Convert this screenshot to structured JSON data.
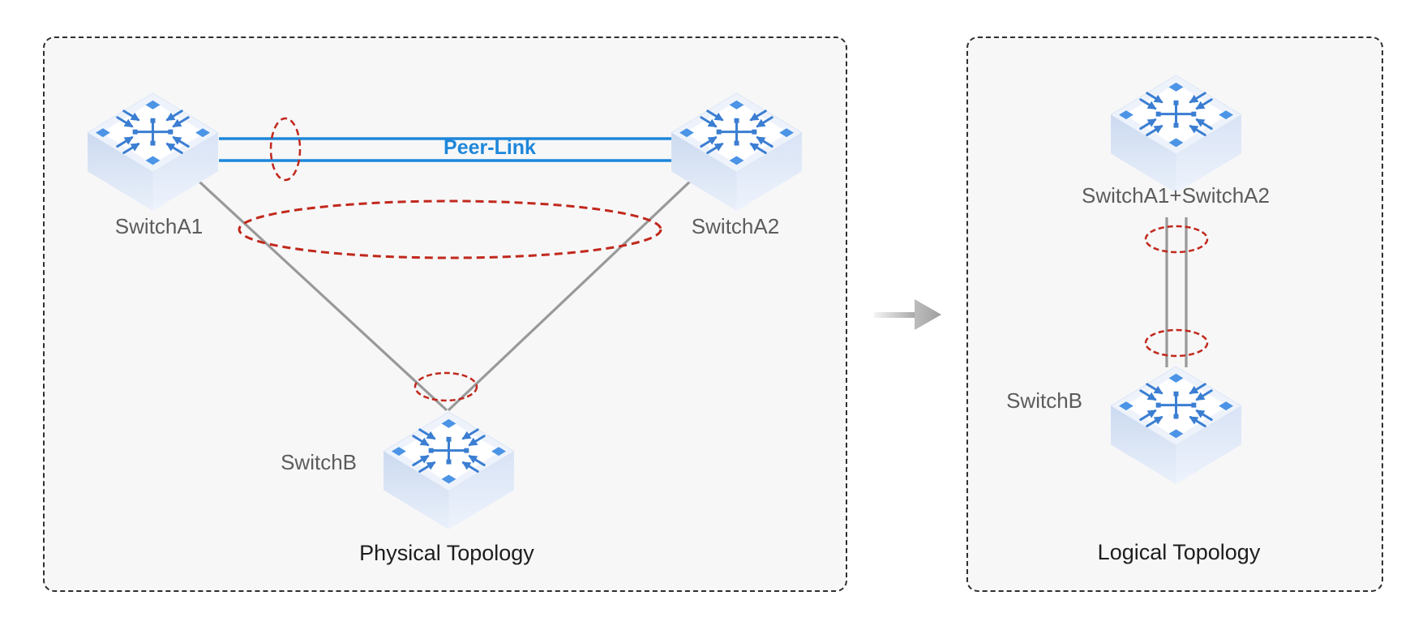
{
  "physical_panel": {
    "title": "Physical Topology",
    "peer_link_label": "Peer-Link",
    "switch_a1_label": "SwitchA1",
    "switch_a2_label": "SwitchA2",
    "switch_b_label": "SwitchB"
  },
  "logical_panel": {
    "title": "Logical Topology",
    "combined_switch_label": "SwitchA1+SwitchA2",
    "switch_b_label": "SwitchB"
  },
  "colors": {
    "peer_link_blue": "#1e87da",
    "aggregation_ellipse_red": "#c1281c",
    "physical_link_gray": "#999999",
    "node_label_gray": "#5c5c5c",
    "title_dark": "#1d1d1d",
    "panel_border": "#2f2f2f",
    "panel_background": "#f7f7f8",
    "switch_glyph_blue": "#3b7ed2",
    "switch_diamond_blue": "#4b94e6"
  },
  "icons": {
    "switch": "switch-icon",
    "arrow": "arrow-right-icon"
  }
}
